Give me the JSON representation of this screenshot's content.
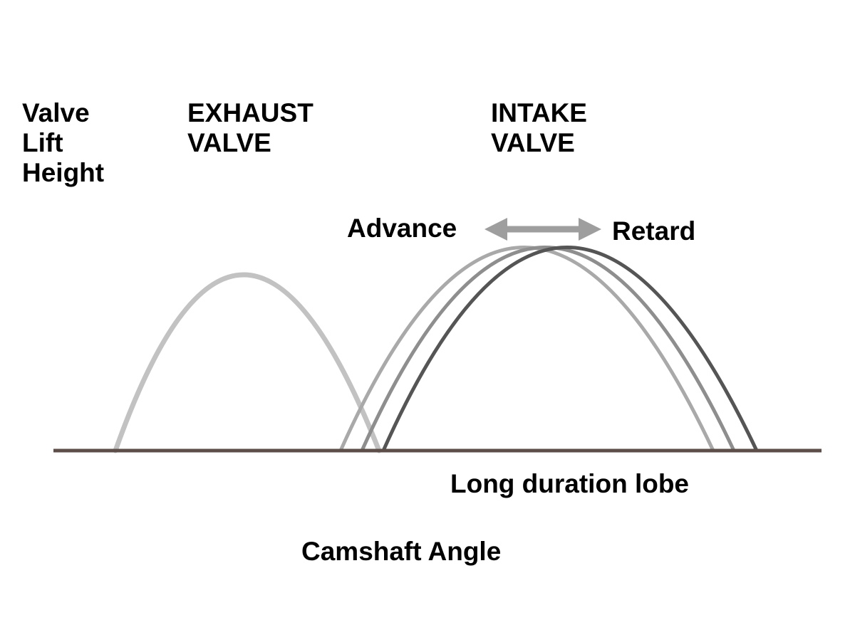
{
  "labels": {
    "y_axis": [
      "Valve",
      "Lift",
      "Height"
    ],
    "exhaust": [
      "EXHAUST",
      "VALVE"
    ],
    "intake": [
      "INTAKE",
      "VALVE"
    ],
    "advance": "Advance",
    "retard": "Retard",
    "lobe": "Long duration lobe",
    "x_axis": "Camshaft Angle"
  },
  "colors": {
    "baseline": "#5e4e4a",
    "exhaust_curve": "#c2c2c2",
    "intake_advanced": "#a9a9a9",
    "intake_middle": "#8e8e8e",
    "intake_retarded": "#555555",
    "arrow": "#9e9e9e"
  }
}
